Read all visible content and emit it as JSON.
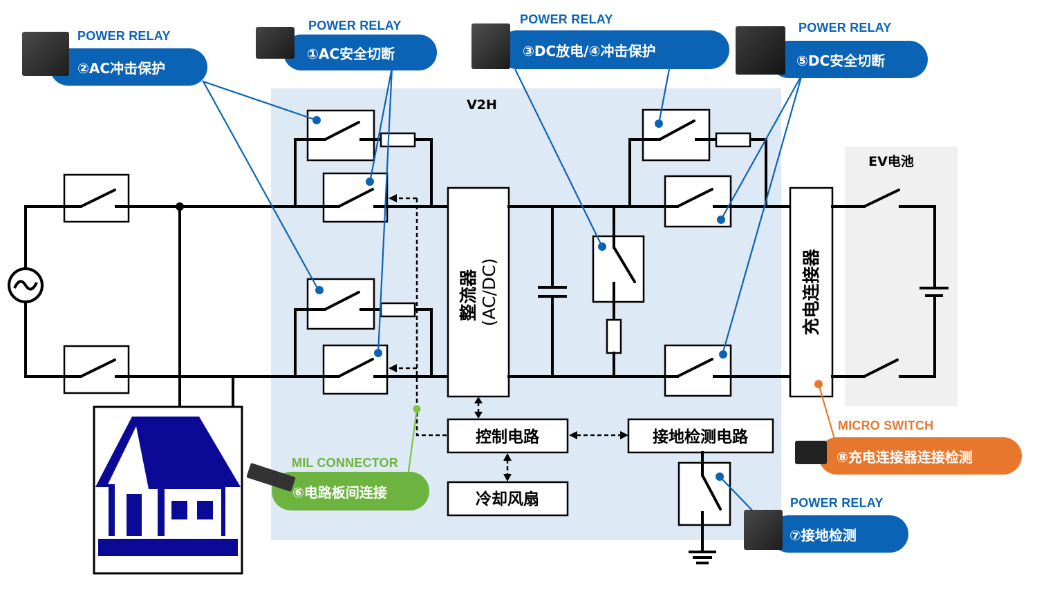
{
  "diagram": {
    "v2h_label": "V2H",
    "ev_label": "EV电池",
    "rectifier_label_line1": "整流器",
    "rectifier_label_line2": "(AC/DC)",
    "connector_label": "充电连接器",
    "control_circuit_label": "控制电路",
    "ground_detect_circuit_label": "接地检测电路",
    "cooling_fan_label": "冷却风扇",
    "colors": {
      "power_relay": "#0b63b5",
      "mil_connector": "#6db33f",
      "micro_switch": "#e8772e",
      "v2h_background": "#dde9f5",
      "ev_background": "#f0f0f0",
      "house": "#0a0a96"
    }
  },
  "callouts": [
    {
      "id": "ac-surge",
      "type": "POWER RELAY",
      "label": "②AC冲击保护",
      "color": "blue"
    },
    {
      "id": "ac-safety",
      "type": "POWER RELAY",
      "label": "①AC安全切断",
      "color": "blue"
    },
    {
      "id": "dc-discharge",
      "type": "POWER RELAY",
      "label": "③DC放电/④冲击保护",
      "color": "blue"
    },
    {
      "id": "dc-safety",
      "type": "POWER RELAY",
      "label": "⑤DC安全切断",
      "color": "blue"
    },
    {
      "id": "board-connect",
      "type": "MIL CONNECTOR",
      "label": "⑥电路板间连接",
      "color": "green"
    },
    {
      "id": "ground-detect",
      "type": "POWER RELAY",
      "label": "⑦接地检测",
      "color": "blue"
    },
    {
      "id": "connector-detect",
      "type": "MICRO SWITCH",
      "label": "⑧充电连接器连接检测",
      "color": "orange"
    }
  ]
}
